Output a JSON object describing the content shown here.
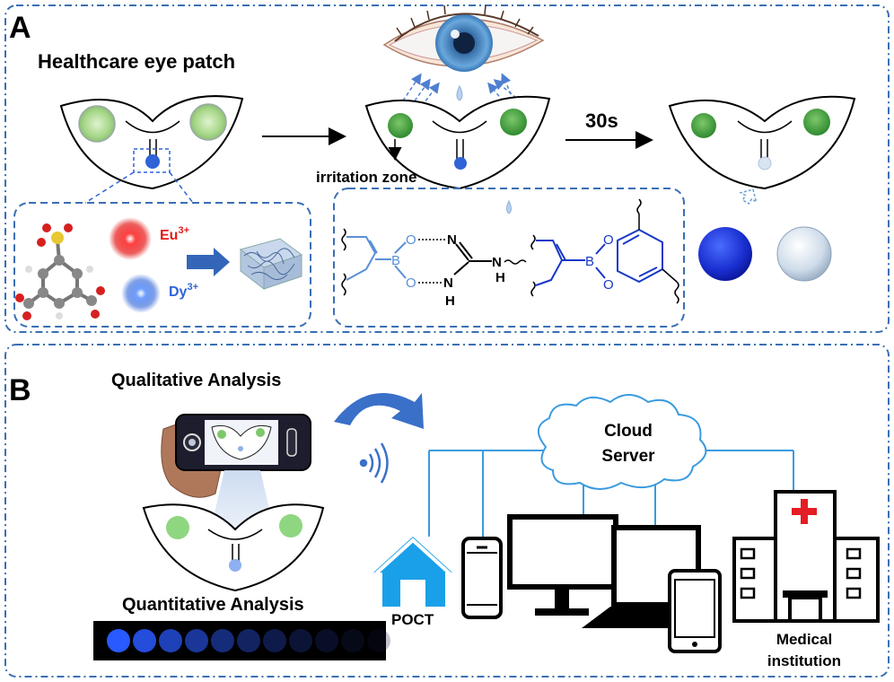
{
  "panel_a": {
    "letter": "A",
    "title": "Healthcare eye patch",
    "time_label": "30s",
    "irritation_label": "irritation zone",
    "eu_label": "Eu",
    "eu_sup": "3+",
    "dy_label": "Dy",
    "dy_sup": "3+",
    "chem": {
      "o_top": "O",
      "o_bottom": "O",
      "b_left": "B",
      "n_top": "N",
      "n_bottom": "N",
      "h_bottom": "H",
      "nh_right": "N",
      "h_right": "H",
      "b_right": "B",
      "o_ring_top": "O",
      "o_ring_bottom": "O"
    }
  },
  "panel_b": {
    "letter": "B",
    "qualitative_label": "Qualitative Analysis",
    "quantitative_label": "Quantitative Analysis",
    "cloud_line1": "Cloud",
    "cloud_line2": "Server",
    "poct_label": "POCT",
    "medical_line1": "Medical",
    "medical_line2": "institution"
  },
  "colors": {
    "frame": "#3a6fb5",
    "eu_red": "#e51a1a",
    "dy_blue": "#2f63d6",
    "bond_blue": "#5a8fd6",
    "dark_blue": "#1838c8",
    "patch_green": "#5cb85c",
    "network_line": "#3a9be0",
    "hospital_red": "#e31e24"
  }
}
